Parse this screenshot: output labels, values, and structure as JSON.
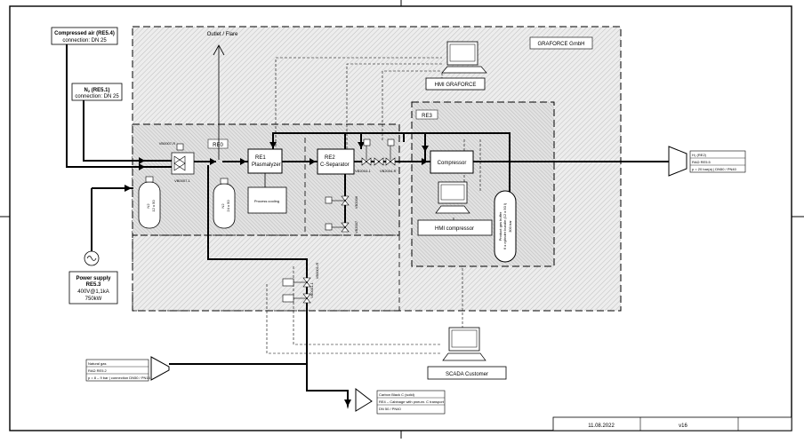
{
  "title_block": {
    "date": "11.08.2022",
    "version": "v16"
  },
  "zones": {
    "graforce": "GRAFORCE GmbH",
    "re0": "RE0",
    "re3": "RE3"
  },
  "sources": {
    "compressed_air": {
      "title": "Compressed air (RE5.4)",
      "sub": "connection: DN 25"
    },
    "n2": {
      "title_main": "N",
      "title_sub": "2",
      "title_tail": " (RE5.1)",
      "sub": "connection: DN 25"
    },
    "power": {
      "title": "Power supply",
      "code": "RE5.3",
      "l1": "400V@1,1kA",
      "l2": "750kW"
    }
  },
  "equipment": {
    "outlet": "Outlet / Flare",
    "re1": {
      "code": "RE1",
      "name": "Plasmalyzer"
    },
    "re2": {
      "code": "RE2",
      "name": "C-Separator"
    },
    "process_cooling": "Process cooling",
    "compressor": "Compressor",
    "hmi_graforce": "HMI GRAFORCE",
    "hmi_compressor": "HMI compressor",
    "scada": "SCADA Customer",
    "buffer": {
      "l1": "Product gas buffer",
      "l2": "6 x cylinder bundle (12 x 50 l)",
      "l3": "300 bar"
    },
    "bottle_n2_main": {
      "chem": "N2",
      "l2": "12 x 50"
    },
    "bottle_n2_small": {
      "chem": "N2",
      "l2": "24 x 50"
    }
  },
  "valves": {
    "vb0007_r": "VB0007-R",
    "vb0007_1": "VB0007-1",
    "vb2004_1": "VB2004-1",
    "vb2004_r": "VB2004-R",
    "vb2006": "VB2006",
    "vb2007": "VB2007",
    "vb0001_1": "VB0001-1",
    "vb0001_r": "VB0001-R"
  },
  "outputs": {
    "h2": {
      "l1": "H₂ (RE2)",
      "l2": "RAΩ RE5.5",
      "l3": "p = 20 bar(a) | DN50 / PN40"
    },
    "natural_gas": {
      "l1": "Natural gas",
      "l2": "RAΩ RE5.2",
      "l3": "p = 8 – 9 bar | connection DN50 / PN16"
    },
    "carbon": {
      "l1": "Carbon Black C (solid)",
      "l2": "RE4 – Cabinage with pneum. C transport",
      "l3": "DN 50 / PN40"
    }
  },
  "colors": {
    "line": "#000000",
    "hatch": "#b4b4b4",
    "zone_fill": "#e9e9e9",
    "box_fill": "#ffffff"
  }
}
